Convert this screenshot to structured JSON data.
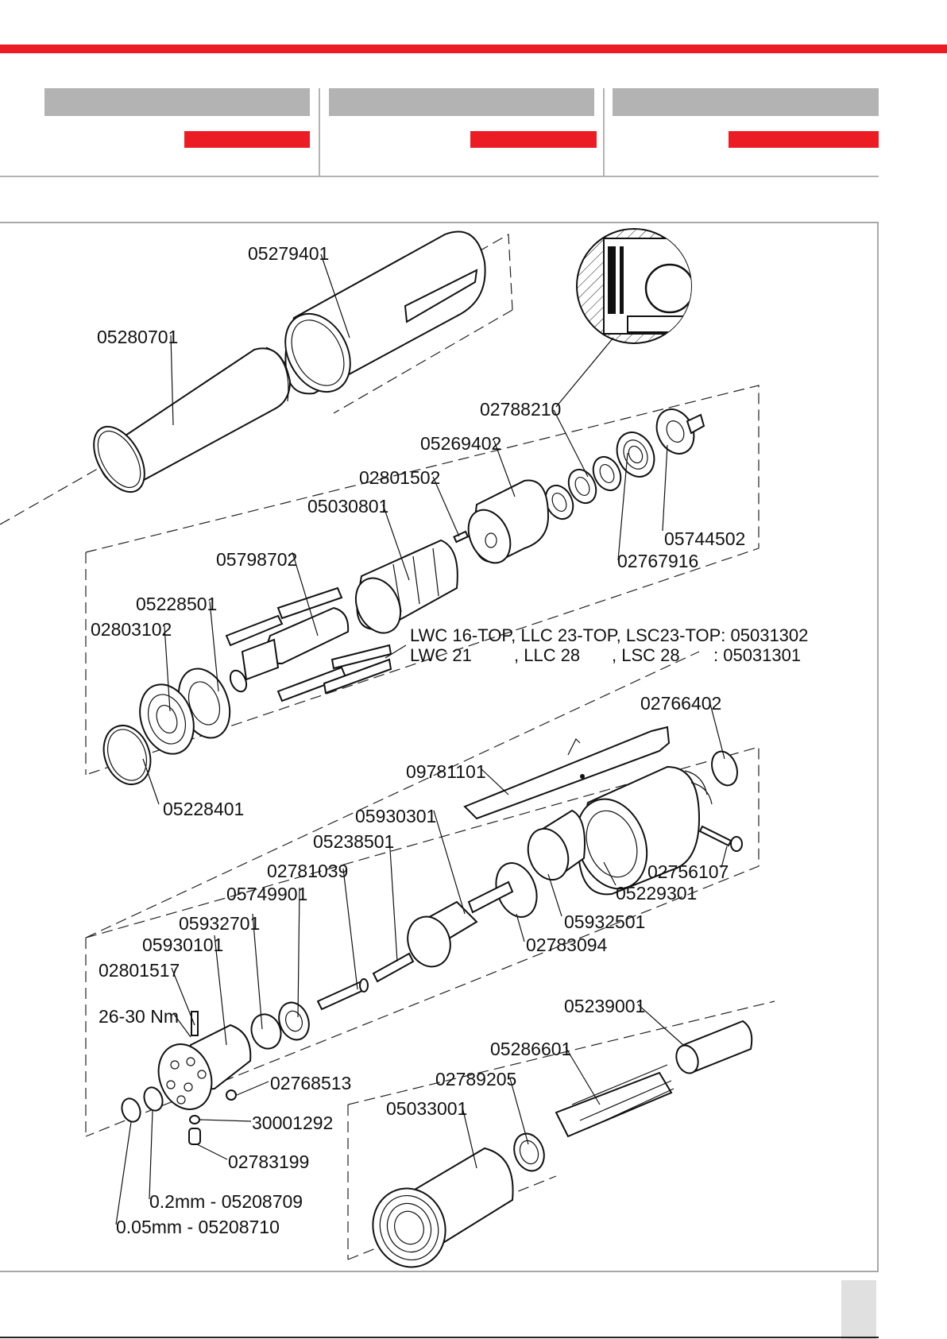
{
  "header": {
    "accent_color": "#ec1c24",
    "gray_bar_color": "#b3b3b3",
    "columns": [
      {
        "title": "",
        "tag": ""
      },
      {
        "title": "",
        "tag": ""
      },
      {
        "title": "",
        "tag": ""
      }
    ]
  },
  "diagram": {
    "parts": {
      "p05279401": "05279401",
      "p05280701": "05280701",
      "p02788210": "02788210",
      "p05269402": "05269402",
      "p02801502": "02801502",
      "p05030801": "05030801",
      "p05744502": "05744502",
      "p02767916": "02767916",
      "p05798702": "05798702",
      "p05228501": "05228501",
      "p02803102": "02803102",
      "p05228401": "05228401",
      "p02766402": "02766402",
      "p09781101": "09781101",
      "p05930301": "05930301",
      "p05238501": "05238501",
      "p02781039": "02781039",
      "p05749901": "05749901",
      "p05932701": "05932701",
      "p05930101": "05930101",
      "p02801517": "02801517",
      "torque": "26-30 Nm",
      "p02756107": "02756107",
      "p05229301": "05229301",
      "p05932501": "05932501",
      "p02783094": "02783094",
      "p05239001": "05239001",
      "p05286601": "05286601",
      "p02789205": "02789205",
      "p05033001": "05033001",
      "p02768513": "02768513",
      "p30001292": "30001292",
      "p02783199": "02783199",
      "shim02": "0.2mm - 05208709",
      "shim005": "0.05mm - 05208710"
    },
    "variant_note": {
      "line1": "LWC 16-TOP, LLC 23-TOP, LSC23-TOP: 05031302",
      "line2_a": "LWC 21",
      "line2_b": ", LLC 28",
      "line2_c": ", LSC 28",
      "line2_d": ": 05031301"
    }
  },
  "footer": {
    "page_number": ""
  }
}
